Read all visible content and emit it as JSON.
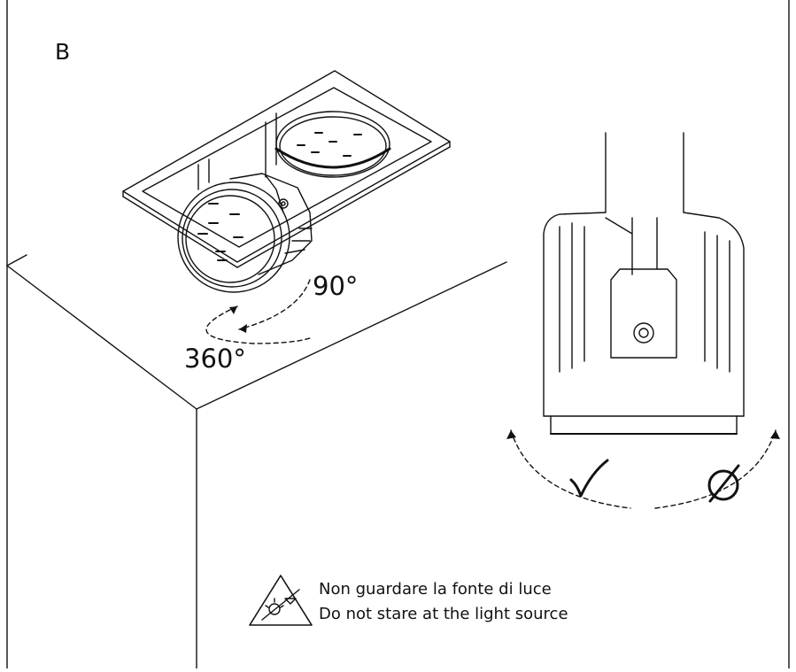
{
  "panel": {
    "letter": "B"
  },
  "angles": {
    "tilt": "90°",
    "rotation": "360°"
  },
  "symbols": {
    "allowed": "check-mark-icon",
    "forbidden": "prohibited-icon",
    "warning": "warning-triangle-icon"
  },
  "warning": {
    "italian": "Non guardare la fonte di luce",
    "english": "Do not stare at the light source"
  }
}
